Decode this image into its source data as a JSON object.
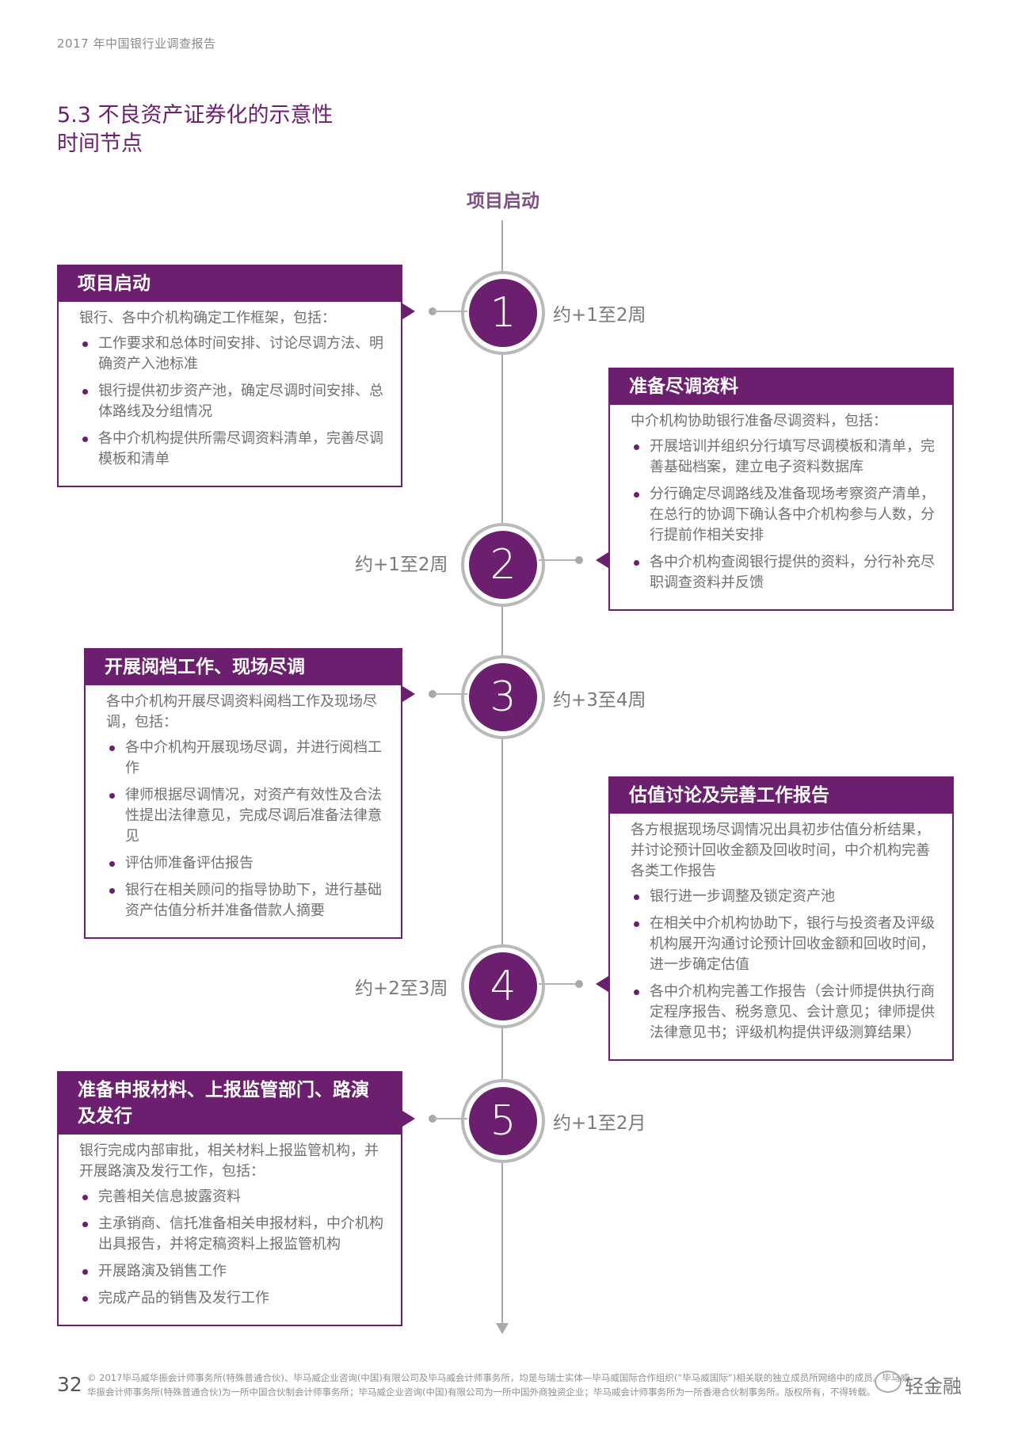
{
  "header": {
    "title": "2017 年中国银行业调查报告"
  },
  "section": {
    "number": "5.3",
    "title_line1": "不良资产证券化的示意性",
    "title_line2": "时间节点"
  },
  "timeline": {
    "head": "项目启动"
  },
  "nodes": [
    {
      "num": "1",
      "duration": "约+1至2周"
    },
    {
      "num": "2",
      "duration": "约+1至2周"
    },
    {
      "num": "3",
      "duration": "约+3至4周"
    },
    {
      "num": "4",
      "duration": "约+2至3周"
    },
    {
      "num": "5",
      "duration": "约+1至2月"
    }
  ],
  "boxes": [
    {
      "title": "项目启动",
      "intro": "银行、各中介机构确定工作框架，包括：",
      "items": [
        "工作要求和总体时间安排、讨论尽调方法、明确资产入池标准",
        "银行提供初步资产池，确定尽调时间安排、总体路线及分组情况",
        "各中介机构提供所需尽调资料清单，完善尽调模板和清单"
      ]
    },
    {
      "title": "准备尽调资料",
      "intro": "中介机构协助银行准备尽调资料，包括：",
      "items": [
        "开展培训并组织分行填写尽调模板和清单，完善基础档案，建立电子资料数据库",
        "分行确定尽调路线及准备现场考察资产清单，在总行的协调下确认各中介机构参与人数，分行提前作相关安排",
        "各中介机构查阅银行提供的资料，分行补充尽职调查资料并反馈"
      ]
    },
    {
      "title": "开展阅档工作、现场尽调",
      "intro": "各中介机构开展尽调资料阅档工作及现场尽调，包括：",
      "items": [
        "各中介机构开展现场尽调，并进行阅档工作",
        "律师根据尽调情况，对资产有效性及合法性提出法律意见，完成尽调后准备法律意见",
        "评估师准备评估报告",
        "银行在相关顾问的指导协助下，进行基础资产估值分析并准备借款人摘要"
      ]
    },
    {
      "title": "估值讨论及完善工作报告",
      "intro": "各方根据现场尽调情况出具初步估值分析结果，并讨论预计回收金额及回收时间，中介机构完善各类工作报告",
      "items": [
        "银行进一步调整及锁定资产池",
        "在相关中介机构协助下，银行与投资者及评级机构展开沟通讨论预计回收金额和回收时间，进一步确定估值",
        "各中介机构完善工作报告（会计师提供执行商定程序报告、税务意见、会计意见；律师提供法律意见书；评级机构提供评级测算结果）"
      ]
    },
    {
      "title": "准备申报材料、上报监管部门、路演及发行",
      "intro": "银行完成内部审批，相关材料上报监管机构，并开展路演及发行工作，包括：",
      "items": [
        "完善相关信息披露资料",
        "主承销商、信托准备相关申报材料，中介机构出具报告，并将定稿资料上报监管机构",
        "开展路演及销售工作",
        "完成产品的销售及发行工作"
      ]
    }
  ],
  "footer": {
    "page": "32",
    "line1": "© 2017毕马威华振会计师事务所(特殊普通合伙)、毕马威企业咨询(中国)有限公司及毕马威会计师事务所，均是与瑞士实体—毕马威国际合作组织(“毕马威国际”)相关联的独立成员所网络中的成员。毕马威",
    "line2": "华振会计师事务所(特殊普通合伙)为一所中国合伙制会计师事务所；毕马威企业咨询(中国)有限公司为一所中国外商独资企业；毕马威会计师事务所为一所香港合伙制事务所。版权所有，不得转载。",
    "watermark": "轻金融"
  }
}
